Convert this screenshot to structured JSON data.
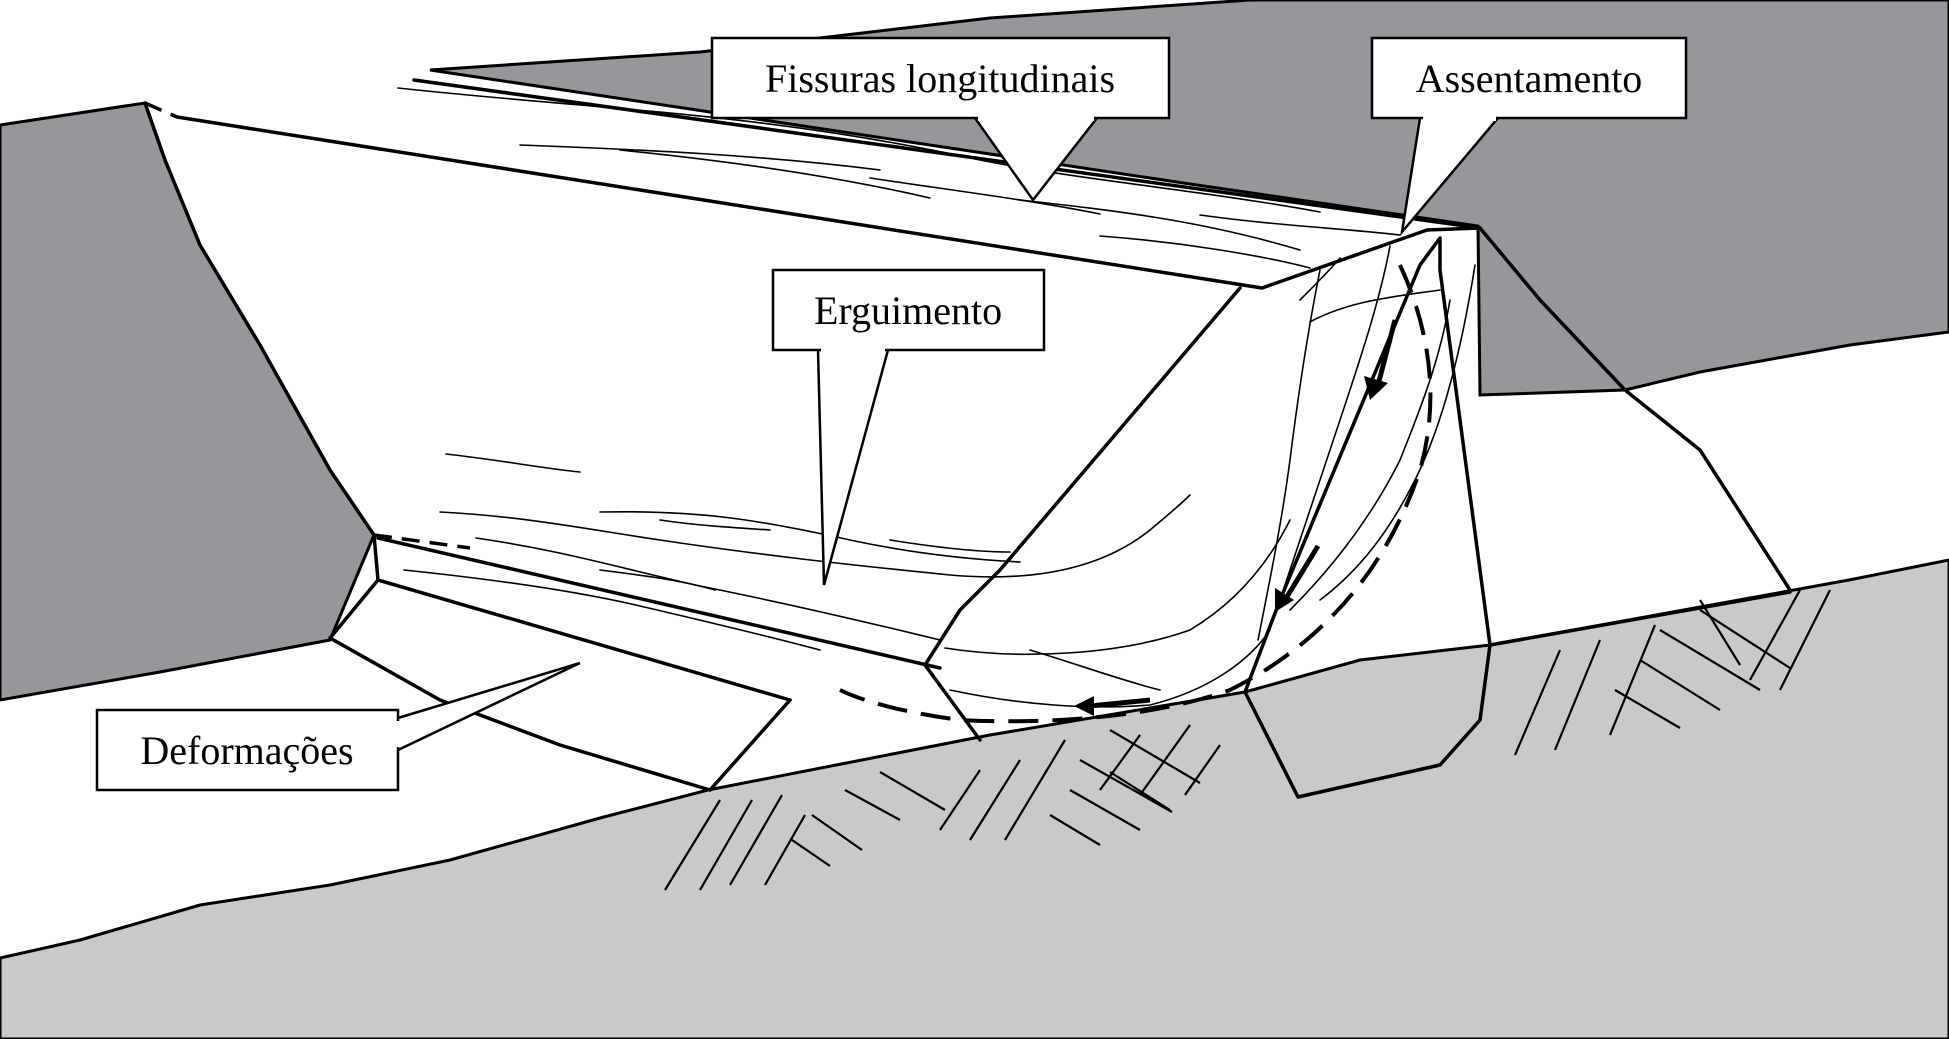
{
  "labels": {
    "fissuras": "Fissuras longitudinais",
    "assentamento": "Assentamento",
    "erguimento": "Erguimento",
    "deformacoes": "Deformações"
  },
  "colors": {
    "dark_rock": "#96979a",
    "ground": "#c8c9cb",
    "line": "#000000",
    "background": "#ffffff"
  }
}
